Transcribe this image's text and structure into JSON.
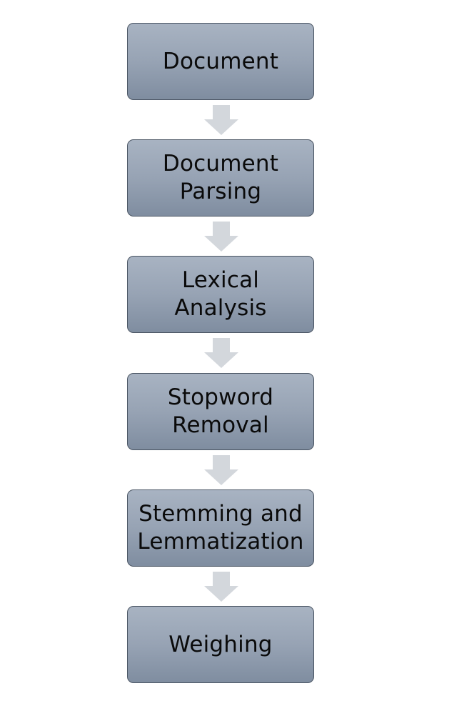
{
  "diagram": {
    "steps": [
      {
        "label": "Document"
      },
      {
        "label": "Document\nParsing"
      },
      {
        "label": "Lexical\nAnalysis"
      },
      {
        "label": "Stopword\nRemoval"
      },
      {
        "label": "Stemming and\nLemmatization"
      },
      {
        "label": "Weighing"
      }
    ],
    "colors": {
      "box_top": "#a8b3c2",
      "box_bottom": "#7f8da0",
      "box_border": "#4a5563",
      "arrow": "#d3d7dc",
      "text": "#0a0a0a"
    }
  }
}
